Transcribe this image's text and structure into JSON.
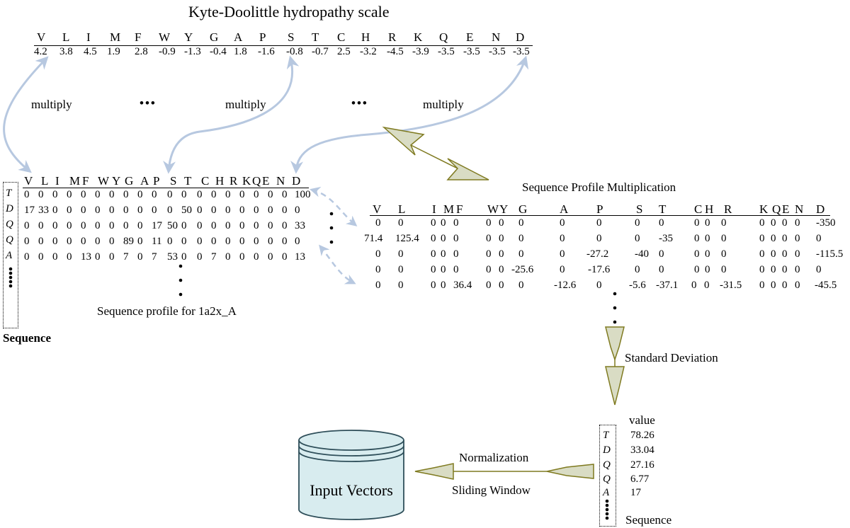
{
  "hydro": {
    "title": "Kyte-Doolittle hydropathy scale",
    "letters": [
      "V",
      "L",
      "I",
      "M",
      "F",
      "W",
      "Y",
      "G",
      "A",
      "P",
      "S",
      "T",
      "C",
      "H",
      "R",
      "K",
      "Q",
      "E",
      "N",
      "D"
    ],
    "values": [
      "4.2",
      "3.8",
      "4.5",
      "1.9",
      "2.8",
      "-0.9",
      "-1.3",
      "-0.4",
      "1.8",
      "-1.6",
      "-0.8",
      "-0.7",
      "2.5",
      "-3.2",
      "-4.5",
      "-3.9",
      "-3.5",
      "-3.5",
      "-3.5",
      "-3.5"
    ]
  },
  "multiply": {
    "label": "multiply",
    "ellipsis": "•••"
  },
  "profile": {
    "letters": [
      "V",
      "L",
      "I",
      "M",
      "F",
      "W",
      "Y",
      "G",
      "A",
      "P",
      "S",
      "T",
      "C",
      "H",
      "R",
      "K",
      "Q",
      "E",
      "N",
      "D"
    ],
    "residues": [
      "T",
      "D",
      "Q",
      "Q",
      "A"
    ],
    "rows": [
      [
        "0",
        "0",
        "0",
        "0",
        "0",
        "0",
        "0",
        "0",
        "0",
        "0",
        "0",
        "0",
        "0",
        "0",
        "0",
        "0",
        "0",
        "0",
        "0",
        "100"
      ],
      [
        "17",
        "33",
        "0",
        "0",
        "0",
        "0",
        "0",
        "0",
        "0",
        "0",
        "0",
        "50",
        "0",
        "0",
        "0",
        "0",
        "0",
        "0",
        "0",
        "0"
      ],
      [
        "0",
        "0",
        "0",
        "0",
        "0",
        "0",
        "0",
        "0",
        "0",
        "17",
        "50",
        "0",
        "0",
        "0",
        "0",
        "0",
        "0",
        "0",
        "0",
        "33"
      ],
      [
        "0",
        "0",
        "0",
        "0",
        "0",
        "0",
        "0",
        "89",
        "0",
        "11",
        "0",
        "0",
        "0",
        "0",
        "0",
        "0",
        "0",
        "0",
        "0",
        "0"
      ],
      [
        "0",
        "0",
        "0",
        "0",
        "13",
        "0",
        "0",
        "7",
        "0",
        "7",
        "53",
        "0",
        "0",
        "7",
        "0",
        "0",
        "0",
        "0",
        "0",
        "13"
      ]
    ],
    "caption": "Sequence profile for 1a2x_A",
    "seq_label": "Sequence"
  },
  "mult": {
    "title": "Sequence Profile Multiplication",
    "letters": [
      "V",
      "L",
      "I",
      "M",
      "F",
      "W",
      "Y",
      "G",
      "A",
      "P",
      "S",
      "T",
      "C",
      "H",
      "R",
      "K",
      "Q",
      "E",
      "N",
      "D"
    ],
    "rows": [
      [
        "0",
        "0",
        "0",
        "0",
        "0",
        "0",
        "0",
        "0",
        "0",
        "0",
        "0",
        "0",
        "0",
        "0",
        "0",
        "0",
        "0",
        "0",
        "0",
        "-350"
      ],
      [
        "71.4",
        "125.4",
        "0",
        "0",
        "0",
        "0",
        "0",
        "0",
        "0",
        "0",
        "0",
        "-35",
        "0",
        "0",
        "0",
        "0",
        "0",
        "0",
        "0",
        "0"
      ],
      [
        "0",
        "0",
        "0",
        "0",
        "0",
        "0",
        "0",
        "0",
        "0",
        "-27.2",
        "-40",
        "0",
        "0",
        "0",
        "0",
        "0",
        "0",
        "0",
        "0",
        "-115.5"
      ],
      [
        "0",
        "0",
        "0",
        "0",
        "0",
        "0",
        "0",
        "-25.6",
        "0",
        "-17.6",
        "0",
        "0",
        "0",
        "0",
        "0",
        "0",
        "0",
        "0",
        "0",
        "0"
      ],
      [
        "0",
        "0",
        "0",
        "0",
        "36.4",
        "0",
        "0",
        "0",
        "-12.6",
        "0",
        "-5.6",
        "-37.1",
        "0",
        "0",
        "-31.5",
        "0",
        "0",
        "0",
        "0",
        "-45.5"
      ]
    ]
  },
  "std": {
    "label": "Standard Deviation"
  },
  "result": {
    "header": "value",
    "residues": [
      "T",
      "D",
      "Q",
      "Q",
      "A"
    ],
    "values": [
      "78.26",
      "33.04",
      "27.16",
      "6.77",
      "17"
    ],
    "seq_label": "Sequence"
  },
  "norm": {
    "label1": "Normalization",
    "label2": "Sliding Window"
  },
  "db": {
    "label": "Input Vectors"
  },
  "colors": {
    "arrow_blue": "#b7c8e0",
    "arrow_olive": "#7f7a20",
    "arrow_fill": "#d9dcc4",
    "db_fill": "#d8ecef",
    "db_stroke": "#2f4f5a"
  }
}
